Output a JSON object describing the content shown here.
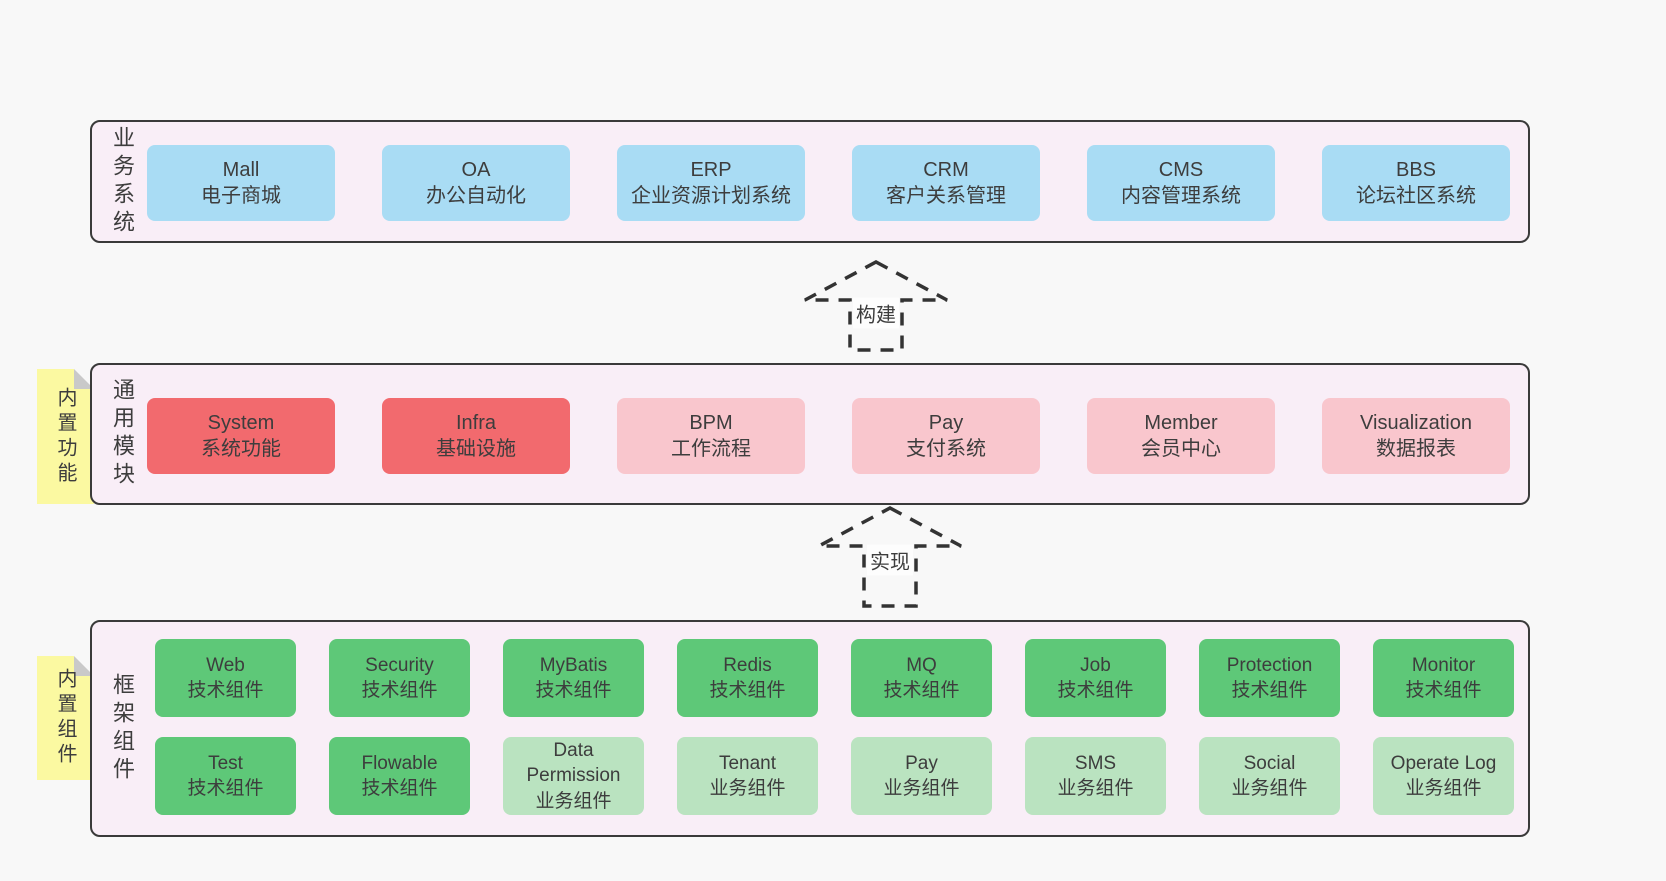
{
  "colors": {
    "page_bg": "#f8f8f8",
    "panel_bg": "#f9eef7",
    "panel_border": "#3a3a3a",
    "box_blue": "#a9dcf4",
    "box_red": "#f26a6e",
    "box_pink": "#f9c6cd",
    "box_green": "#5ec878",
    "box_lightgreen": "#bae3c0",
    "tab_yellow": "#fbf9a1",
    "fold_gray": "#c9c9c9",
    "text": "#3d3d3d",
    "arrow": "#333333"
  },
  "arrows": [
    {
      "label": "构建"
    },
    {
      "label": "实现"
    }
  ],
  "layers": [
    {
      "id": "business-systems",
      "side_label": "业务系统",
      "rows": [
        [
          {
            "title": "Mall",
            "subtitle": "电子商城",
            "type": "blue"
          },
          {
            "title": "OA",
            "subtitle": "办公自动化",
            "type": "blue"
          },
          {
            "title": "ERP",
            "subtitle": "企业资源计划系统",
            "type": "blue"
          },
          {
            "title": "CRM",
            "subtitle": "客户关系管理",
            "type": "blue"
          },
          {
            "title": "CMS",
            "subtitle": "内容管理系统",
            "type": "blue"
          },
          {
            "title": "BBS",
            "subtitle": "论坛社区系统",
            "type": "blue"
          }
        ]
      ]
    },
    {
      "id": "common-modules",
      "side_label": "通用模块",
      "tab_label": "内置功能",
      "rows": [
        [
          {
            "title": "System",
            "subtitle": "系统功能",
            "type": "red"
          },
          {
            "title": "Infra",
            "subtitle": "基础设施",
            "type": "red"
          },
          {
            "title": "BPM",
            "subtitle": "工作流程",
            "type": "pink"
          },
          {
            "title": "Pay",
            "subtitle": "支付系统",
            "type": "pink"
          },
          {
            "title": "Member",
            "subtitle": "会员中心",
            "type": "pink"
          },
          {
            "title": "Visualization",
            "subtitle": "数据报表",
            "type": "pink"
          }
        ]
      ]
    },
    {
      "id": "framework-components",
      "side_label": "框架组件",
      "tab_label": "内置组件",
      "rows": [
        [
          {
            "title": "Web",
            "subtitle": "技术组件",
            "type": "green"
          },
          {
            "title": "Security",
            "subtitle": "技术组件",
            "type": "green"
          },
          {
            "title": "MyBatis",
            "subtitle": "技术组件",
            "type": "green"
          },
          {
            "title": "Redis",
            "subtitle": "技术组件",
            "type": "green"
          },
          {
            "title": "MQ",
            "subtitle": "技术组件",
            "type": "green"
          },
          {
            "title": "Job",
            "subtitle": "技术组件",
            "type": "green"
          },
          {
            "title": "Protection",
            "subtitle": "技术组件",
            "type": "green"
          },
          {
            "title": "Monitor",
            "subtitle": "技术组件",
            "type": "green"
          }
        ],
        [
          {
            "title": "Test",
            "subtitle": "技术组件",
            "type": "green"
          },
          {
            "title": "Flowable",
            "subtitle": "技术组件",
            "type": "green"
          },
          {
            "title": "Data Permission",
            "subtitle": "业务组件",
            "type": "lightgreen"
          },
          {
            "title": "Tenant",
            "subtitle": "业务组件",
            "type": "lightgreen"
          },
          {
            "title": "Pay",
            "subtitle": "业务组件",
            "type": "lightgreen"
          },
          {
            "title": "SMS",
            "subtitle": "业务组件",
            "type": "lightgreen"
          },
          {
            "title": "Social",
            "subtitle": "业务组件",
            "type": "lightgreen"
          },
          {
            "title": "Operate Log",
            "subtitle": "业务组件",
            "type": "lightgreen"
          }
        ]
      ]
    }
  ]
}
